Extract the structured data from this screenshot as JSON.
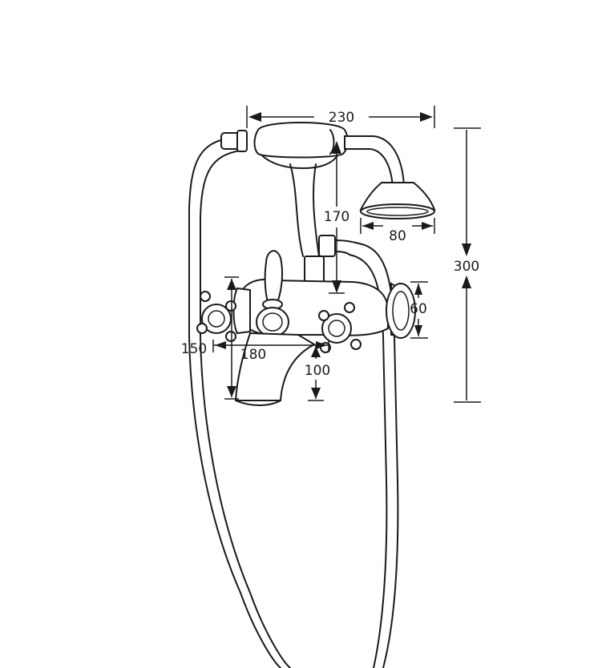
{
  "dimensions": {
    "overall_width": "230",
    "handset_height": "170",
    "head_diameter": "80",
    "overall_height": "300",
    "valve_height": "60",
    "inlet_spread": "150",
    "centres": "180",
    "spout_drop": "100"
  }
}
